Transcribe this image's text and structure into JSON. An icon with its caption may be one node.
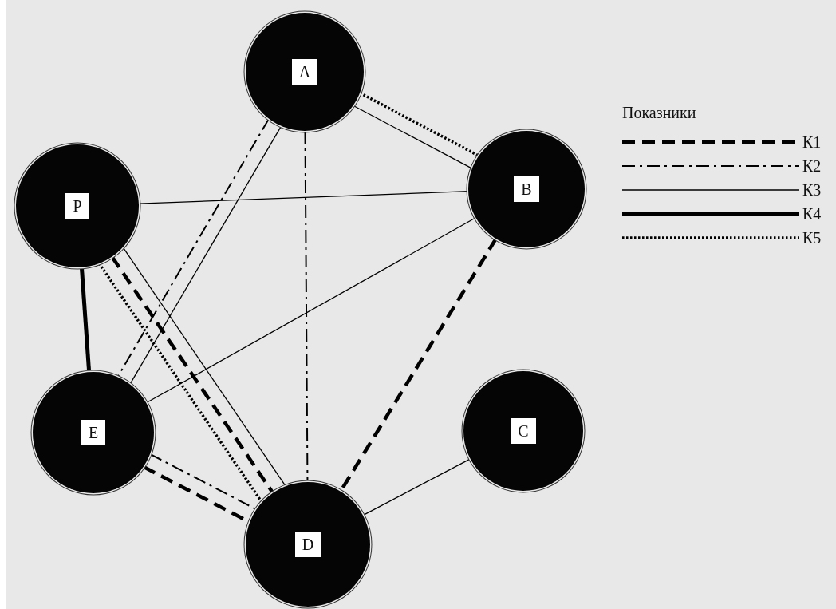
{
  "diagram": {
    "nodes": [
      {
        "text": [
          "A"
        ]
      },
      {
        "text": [
          "B"
        ]
      },
      {
        "text": [
          "P"
        ]
      },
      {
        "text": [
          "E"
        ]
      },
      {
        "text": [
          "C"
        ]
      },
      {
        "text": [
          "D"
        ]
      }
    ],
    "edges": [
      {
        "from": 0,
        "to": 1,
        "arrow": "none",
        "style": "dashed"
      },
      {
        "from": 0,
        "to": 1,
        "arrow": "none"
      },
      {
        "from": 0,
        "to": 3,
        "arrow": "none"
      },
      {
        "from": 0,
        "to": 3,
        "arrow": "none",
        "style": "dashed"
      },
      {
        "from": 0,
        "to": 5,
        "arrow": "none",
        "style": "dashed"
      },
      {
        "from": 2,
        "to": 1,
        "arrow": "none"
      },
      {
        "from": 2,
        "to": 3,
        "arrow": "none",
        "style": "thick"
      },
      {
        "from": 2,
        "to": 5,
        "arrow": "none"
      },
      {
        "from": 2,
        "to": 5,
        "arrow": "none",
        "style": "dashed"
      },
      {
        "from": 2,
        "to": 5,
        "arrow": "none",
        "style": "dashed"
      },
      {
        "from": 3,
        "to": 1,
        "arrow": "none"
      },
      {
        "from": 3,
        "to": 5,
        "arrow": "none",
        "style": "dashed"
      },
      {
        "from": 3,
        "to": 5,
        "arrow": "none",
        "style": "dashed"
      },
      {
        "from": 1,
        "to": 5,
        "arrow": "none",
        "style": "dashed"
      },
      {
        "from": 4,
        "to": 5,
        "arrow": "none"
      }
    ],
    "labels": [
      "Показники"
    ],
    "legend": [
      {
        "text": "К1"
      },
      {
        "text": "К2"
      },
      {
        "text": "К3"
      },
      {
        "text": "К4"
      },
      {
        "text": "К5"
      }
    ]
  }
}
